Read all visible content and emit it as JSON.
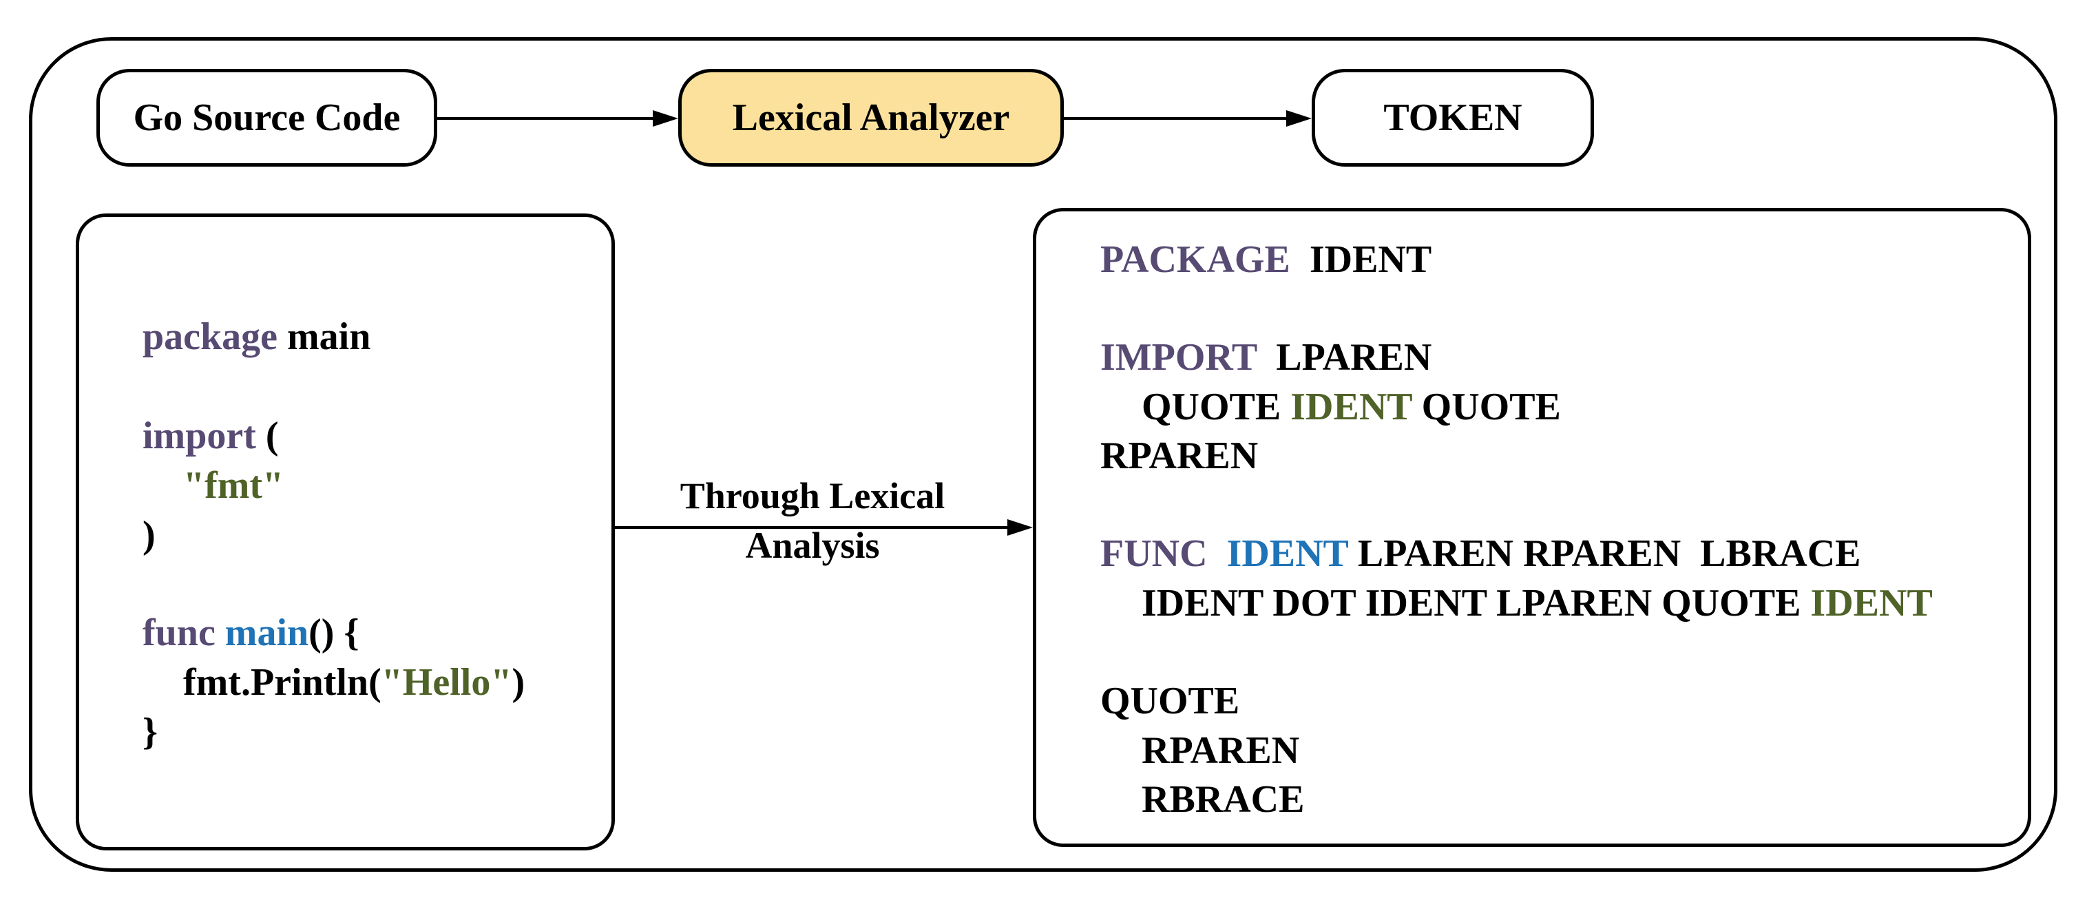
{
  "colors": {
    "keyword": "#574a73",
    "string": "#4f6228",
    "function_name": "#1f73b7",
    "default": "#000000",
    "highlight_fill": "#fbe19b"
  },
  "flow": {
    "source_label": "Go Source Code",
    "analyzer_label": "Lexical Analyzer",
    "token_label": "TOKEN"
  },
  "arrow_label": {
    "line1": "Through Lexical",
    "line2": "Analysis"
  },
  "code": {
    "line1": [
      {
        "text": "package",
        "role": "keyword"
      },
      {
        "text": " main",
        "role": "default"
      }
    ],
    "line3": [
      {
        "text": "import",
        "role": "keyword"
      },
      {
        "text": " (",
        "role": "default"
      }
    ],
    "line4": [
      {
        "text": "\"fmt\"",
        "role": "string"
      }
    ],
    "line5": [
      {
        "text": ")",
        "role": "default"
      }
    ],
    "line7": [
      {
        "text": "func",
        "role": "keyword"
      },
      {
        "text": " main",
        "role": "function_name"
      },
      {
        "text": "() {",
        "role": "default"
      }
    ],
    "line8": [
      {
        "text": "fmt.Println(",
        "role": "default"
      },
      {
        "text": "\"Hello\"",
        "role": "string"
      },
      {
        "text": ")",
        "role": "default"
      }
    ],
    "line9": [
      {
        "text": "}",
        "role": "default"
      }
    ]
  },
  "tokens": {
    "line1": [
      {
        "text": "PACKAGE",
        "role": "keyword"
      },
      {
        "text": "  IDENT",
        "role": "default"
      }
    ],
    "line3": [
      {
        "text": "IMPORT",
        "role": "keyword"
      },
      {
        "text": "  LPAREN",
        "role": "default"
      }
    ],
    "line4": [
      {
        "text": "QUOTE ",
        "role": "default"
      },
      {
        "text": "IDENT",
        "role": "string"
      },
      {
        "text": " QUOTE",
        "role": "default"
      }
    ],
    "line5": [
      {
        "text": "RPAREN",
        "role": "default"
      }
    ],
    "line7": [
      {
        "text": "FUNC",
        "role": "keyword"
      },
      {
        "text": "  IDENT",
        "role": "function_name"
      },
      {
        "text": " LPAREN RPAREN  LBRACE",
        "role": "default"
      }
    ],
    "line8": [
      {
        "text": "IDENT DOT IDENT LPAREN QUOTE ",
        "role": "default"
      },
      {
        "text": "IDENT",
        "role": "string"
      }
    ],
    "line10": [
      {
        "text": "QUOTE",
        "role": "default"
      }
    ],
    "line11": [
      {
        "text": "RPAREN",
        "role": "default"
      }
    ],
    "line12": [
      {
        "text": "RBRACE",
        "role": "default"
      }
    ]
  }
}
